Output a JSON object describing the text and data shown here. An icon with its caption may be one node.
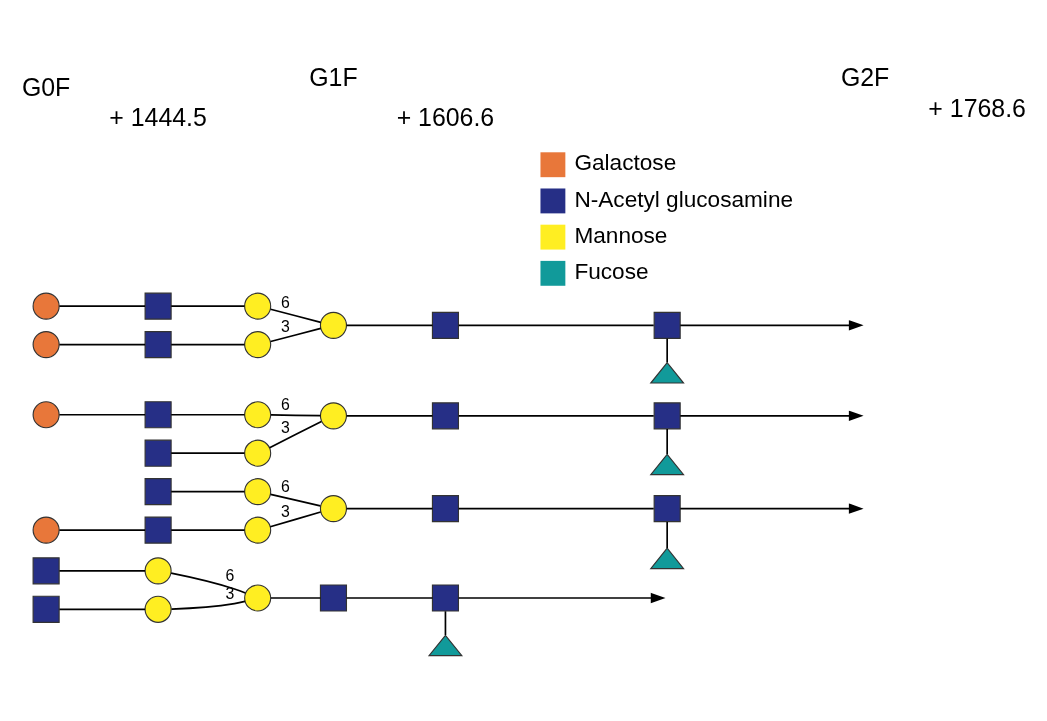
{
  "diagram": {
    "nodes": [
      {
        "text": [],
        "shape": "box"
      },
      {
        "text": [],
        "shape": "circle"
      },
      {
        "text": [],
        "shape": "box"
      },
      {
        "text": [],
        "shape": "circle"
      },
      {
        "text": [],
        "shape": "circle"
      },
      {
        "text": [],
        "shape": "box"
      },
      {
        "text": [],
        "shape": "box"
      },
      {
        "text": [],
        "shape": "triangle"
      },
      {
        "text": [],
        "shape": "box"
      },
      {
        "text": [],
        "shape": "circle"
      },
      {
        "text": [],
        "shape": "circle"
      },
      {
        "text": [],
        "shape": "box"
      },
      {
        "text": [],
        "shape": "circle"
      },
      {
        "text": [],
        "shape": "circle"
      },
      {
        "text": [],
        "shape": "box"
      },
      {
        "text": [],
        "shape": "box"
      },
      {
        "text": [],
        "shape": "triangle"
      },
      {
        "text": [],
        "shape": "circle"
      },
      {
        "text": [],
        "shape": "box"
      },
      {
        "text": [],
        "shape": "circle"
      },
      {
        "text": [],
        "shape": "box"
      },
      {
        "text": [],
        "shape": "circle"
      },
      {
        "text": [],
        "shape": "circle"
      },
      {
        "text": [],
        "shape": "box"
      },
      {
        "text": [],
        "shape": "box"
      },
      {
        "text": [],
        "shape": "triangle"
      },
      {
        "text": [],
        "shape": "circle"
      },
      {
        "text": [],
        "shape": "box"
      },
      {
        "text": [],
        "shape": "circle"
      },
      {
        "text": [],
        "shape": "circle"
      },
      {
        "text": [],
        "shape": "box"
      },
      {
        "text": [],
        "shape": "circle"
      },
      {
        "text": [],
        "shape": "circle"
      },
      {
        "text": [],
        "shape": "box"
      },
      {
        "text": [],
        "shape": "box"
      },
      {
        "text": [],
        "shape": "triangle"
      }
    ],
    "edges": [
      {
        "from": 0,
        "to": 1,
        "arrow": "none"
      },
      {
        "from": 1,
        "to": 4,
        "arrow": "none",
        "label": "6"
      },
      {
        "from": 2,
        "to": 3,
        "arrow": "none"
      },
      {
        "from": 3,
        "to": 4,
        "arrow": "none",
        "label": "3"
      },
      {
        "from": 4,
        "to": 5,
        "arrow": "none"
      },
      {
        "from": 5,
        "to": 6,
        "arrow": "none"
      },
      {
        "from": 6,
        "to": 7,
        "arrow": "none"
      },
      {
        "from": 6,
        "to": null,
        "arrow": "to"
      },
      {
        "from": 8,
        "to": 9,
        "arrow": "none"
      },
      {
        "from": 9,
        "to": 13,
        "arrow": "none",
        "label": "6"
      },
      {
        "from": 10,
        "to": 11,
        "arrow": "none"
      },
      {
        "from": 11,
        "to": 12,
        "arrow": "none"
      },
      {
        "from": 12,
        "to": 13,
        "arrow": "none",
        "label": "3"
      },
      {
        "from": 13,
        "to": 14,
        "arrow": "none"
      },
      {
        "from": 14,
        "to": 15,
        "arrow": "none"
      },
      {
        "from": 15,
        "to": 16,
        "arrow": "none"
      },
      {
        "from": 15,
        "to": null,
        "arrow": "to"
      },
      {
        "from": 17,
        "to": 18,
        "arrow": "none"
      },
      {
        "from": 18,
        "to": 19,
        "arrow": "none"
      },
      {
        "from": 19,
        "to": 22,
        "arrow": "none",
        "label": "6"
      },
      {
        "from": 20,
        "to": 21,
        "arrow": "none"
      },
      {
        "from": 21,
        "to": 22,
        "arrow": "none",
        "label": "3"
      },
      {
        "from": 22,
        "to": 23,
        "arrow": "none"
      },
      {
        "from": 23,
        "to": 24,
        "arrow": "none"
      },
      {
        "from": 24,
        "to": 25,
        "arrow": "none"
      },
      {
        "from": 24,
        "to": null,
        "arrow": "to"
      },
      {
        "from": 26,
        "to": 27,
        "arrow": "none"
      },
      {
        "from": 27,
        "to": 28,
        "arrow": "none"
      },
      {
        "from": 28,
        "to": 32,
        "arrow": "none",
        "label": "6"
      },
      {
        "from": 29,
        "to": 30,
        "arrow": "none"
      },
      {
        "from": 30,
        "to": 31,
        "arrow": "none"
      },
      {
        "from": 31,
        "to": 32,
        "arrow": "none",
        "label": "3"
      },
      {
        "from": 32,
        "to": 33,
        "arrow": "none"
      },
      {
        "from": 33,
        "to": 34,
        "arrow": "none"
      },
      {
        "from": 34,
        "to": 35,
        "arrow": "none"
      },
      {
        "from": 34,
        "to": null,
        "arrow": "to"
      }
    ],
    "labels": [
      "G0F",
      "G1F",
      "G2F",
      "+ 1444.5",
      "+ 1606.6",
      "+ 1768.6"
    ],
    "legend": [
      {
        "text": "Galactose",
        "color": "#e8773a"
      },
      {
        "text": "N-Acetyl glucosamine",
        "color": "#262f86"
      },
      {
        "text": "Mannose",
        "color": "#ffee22"
      },
      {
        "text": "Fucose",
        "color": "#119a9a"
      }
    ]
  }
}
